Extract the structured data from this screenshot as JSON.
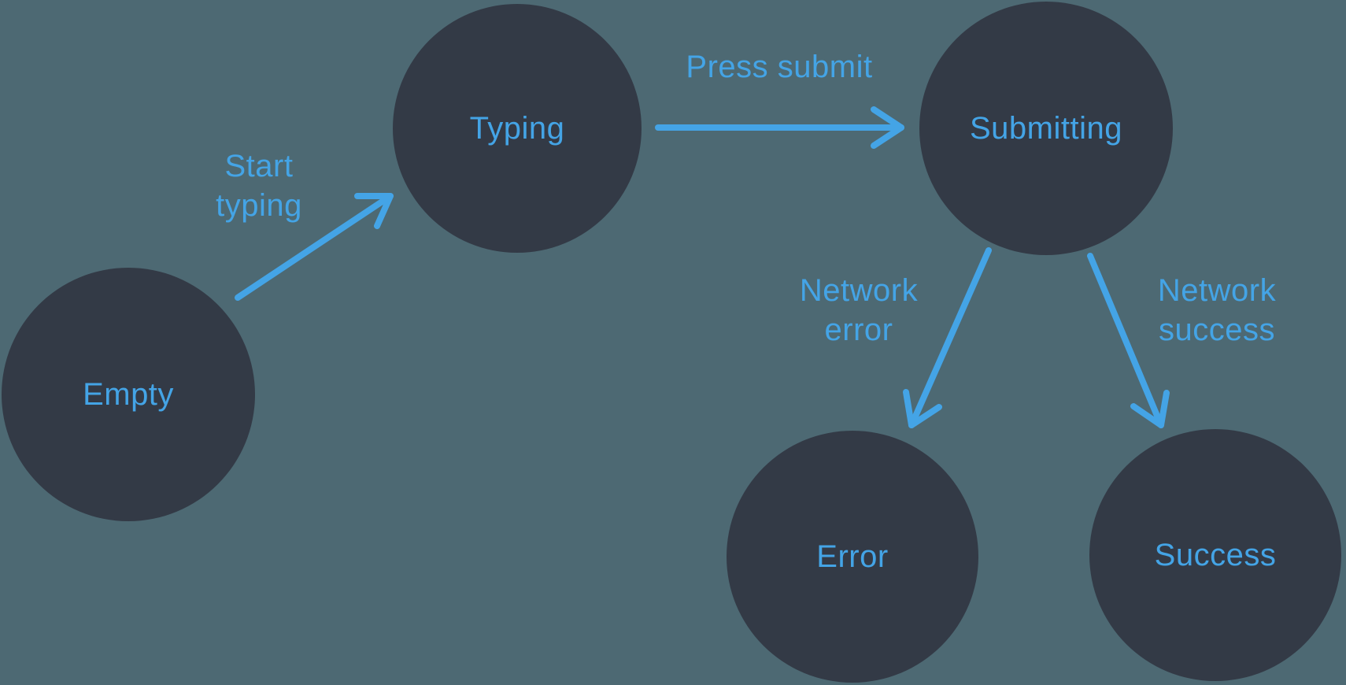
{
  "diagram": {
    "colors": {
      "background": "#4D6973",
      "node_fill": "#333A46",
      "accent": "#44A4E6"
    },
    "nodes": [
      {
        "id": "empty",
        "label": "Empty"
      },
      {
        "id": "typing",
        "label": "Typing"
      },
      {
        "id": "submitting",
        "label": "Submitting"
      },
      {
        "id": "error",
        "label": "Error"
      },
      {
        "id": "success",
        "label": "Success"
      }
    ],
    "edges": [
      {
        "from": "empty",
        "to": "typing",
        "label": "Start typing",
        "label_lines": [
          "Start",
          "typing"
        ]
      },
      {
        "from": "typing",
        "to": "submitting",
        "label": "Press submit",
        "label_lines": [
          "Press submit"
        ]
      },
      {
        "from": "submitting",
        "to": "error",
        "label": "Network error",
        "label_lines": [
          "Network",
          "error"
        ]
      },
      {
        "from": "submitting",
        "to": "success",
        "label": "Network success",
        "label_lines": [
          "Network",
          "success"
        ]
      }
    ]
  }
}
